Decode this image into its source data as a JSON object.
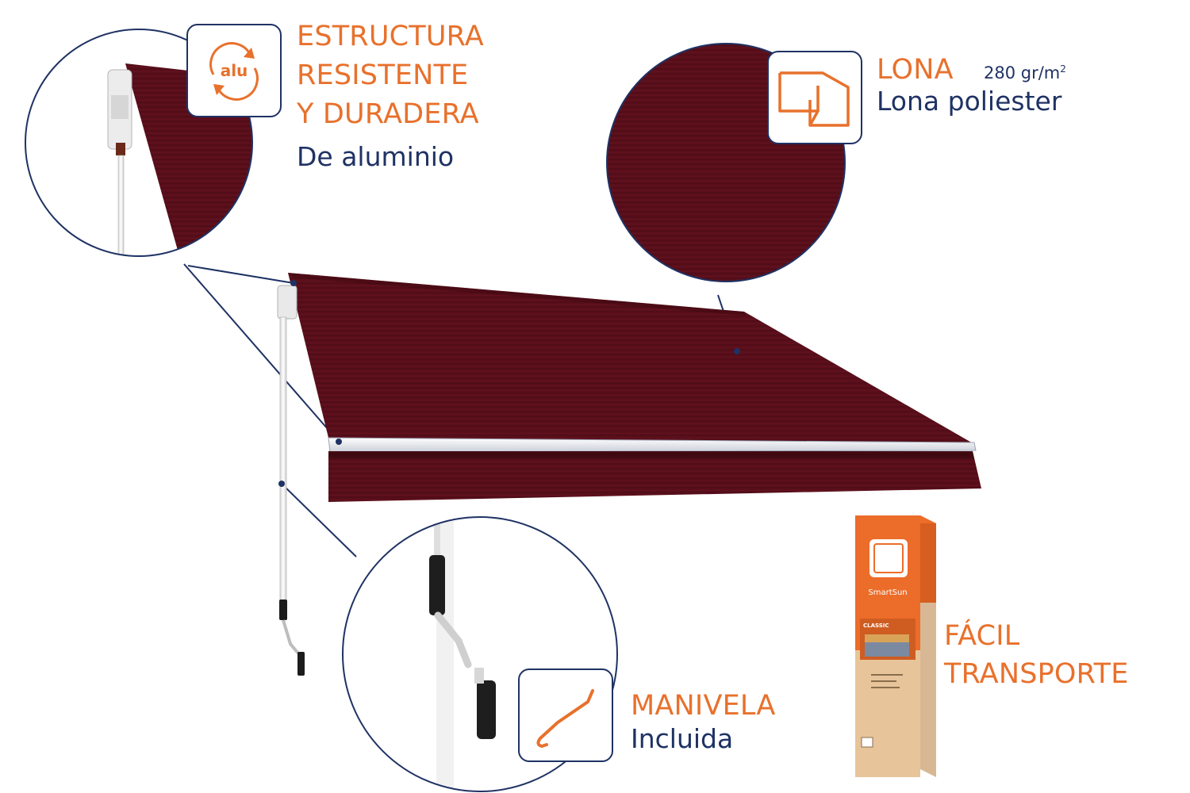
{
  "features": {
    "structure": {
      "icon": "alu-cycle-icon",
      "icon_text": "alu",
      "title_lines": [
        "ESTRUCTURA",
        "RESISTENTE",
        "Y DURADERA"
      ],
      "subtitle": "De aluminio"
    },
    "fabric": {
      "icon": "fabric-layers-icon",
      "title": "LONA",
      "weight_value": "280 gr/m",
      "weight_exp": "2",
      "subtitle": "Lona poliester"
    },
    "crank": {
      "icon": "crank-handle-icon",
      "title": "MANIVELA",
      "subtitle": "Incluida"
    },
    "transport": {
      "title_lines": [
        "FÁCIL",
        "TRANSPORTE"
      ]
    }
  },
  "product_box": {
    "brand": "SmartSun",
    "model": "CLASSIC"
  },
  "colors": {
    "accent_orange": "#e8712c",
    "navy": "#1f3264",
    "awning_burgundy": "#5a0f1b"
  }
}
